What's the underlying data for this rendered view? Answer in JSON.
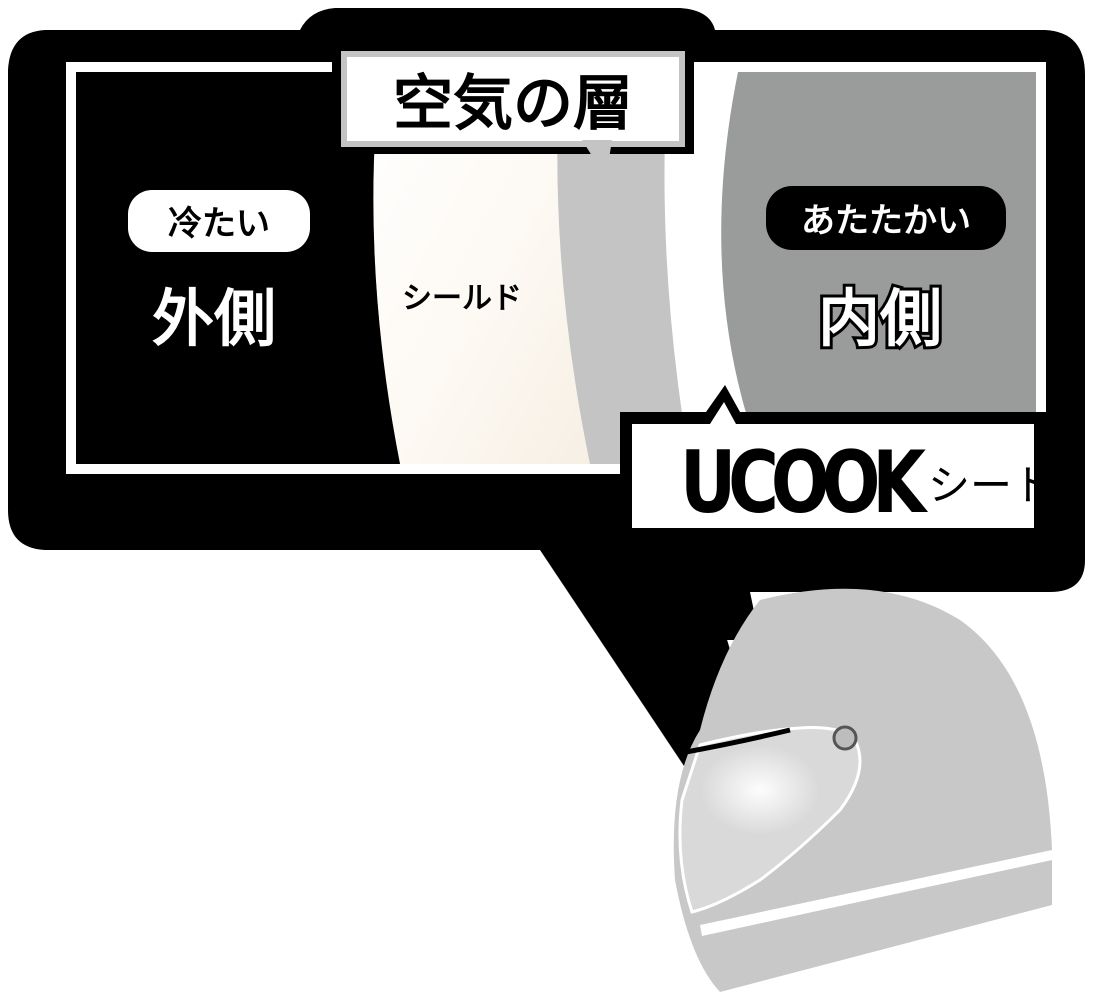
{
  "labels": {
    "air_layer": "空気の層",
    "outside_tag": "冷たい",
    "outside": "外側",
    "shield": "シールド",
    "inside_tag": "あたたかい",
    "inside": "内側",
    "sheet_logo": "UCOOK",
    "sheet_suffix": "シート"
  },
  "colors": {
    "outline": "#000000",
    "outside_zone": "#000000",
    "shield_zone": "#fdfaf5",
    "air_zone": "#c4c4c4",
    "inside_zone": "#9a9b9b",
    "helmet": "#c8c8c8",
    "callout_bg": "#ffffff"
  }
}
